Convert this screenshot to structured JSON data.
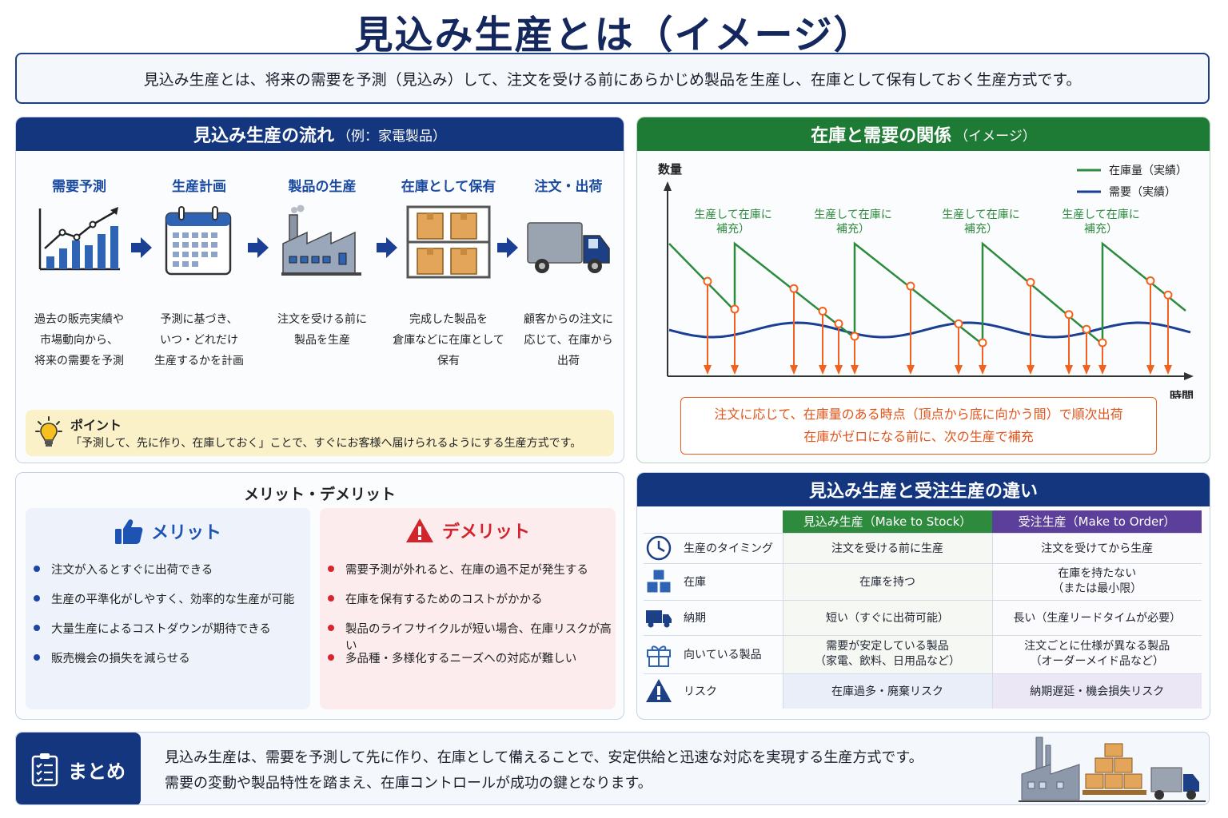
{
  "title": "見込み生産とは（イメージ）",
  "intro": "見込み生産とは、将来の需要を予測（見込み）して、注文を受ける前にあらかじめ製品を生産し、在庫として保有しておく生産方式です。",
  "flow": {
    "heading": "見込み生産の流れ",
    "heading_sub": "（例：家電製品）",
    "steps": [
      {
        "title": "需要予測",
        "icon": "trend-chart-icon",
        "desc": [
          "過去の販売実績や",
          "市場動向から、",
          "将来の需要を予測"
        ]
      },
      {
        "title": "生産計画",
        "icon": "calendar-icon",
        "desc": [
          "予測に基づき、",
          "いつ・どれだけ",
          "生産するかを計画"
        ]
      },
      {
        "title": "製品の生産",
        "icon": "factory-icon",
        "desc": [
          "注文を受ける前に",
          "製品を生産"
        ]
      },
      {
        "title": "在庫として保有",
        "icon": "warehouse-shelf-icon",
        "desc": [
          "完成した製品を",
          "倉庫などに在庫として",
          "保有"
        ]
      },
      {
        "title": "注文・出荷",
        "icon": "truck-icon",
        "desc": [
          "顧客からの注文に",
          "応じて、在庫から",
          "出荷"
        ]
      }
    ],
    "point_title": "ポイント",
    "point_text": "「予測して、先に作り、在庫しておく」ことで、すぐにお客様へ届けられるようにする生産方式です。"
  },
  "stock": {
    "heading": "在庫と需要の関係",
    "heading_sub": "（イメージ）",
    "note_lines": [
      "注文に応じて、在庫量のある時点（頂点から底に向かう間）で順次出荷",
      "在庫がゼロになる前に、次の生産で補充"
    ],
    "colors": {
      "inventory": "#2e8b3e",
      "demand": "#1b3f94",
      "shipment": "#f2611d"
    }
  },
  "chart_data": {
    "type": "line",
    "xlabel": "時間",
    "ylabel": "数量",
    "legend_position": "top-right",
    "grid": false,
    "series": [
      {
        "name": "在庫量（実績）",
        "color": "#2e8b3e",
        "pattern": "sawtooth"
      },
      {
        "name": "需要（実績）",
        "color": "#1b3f94",
        "pattern": "wave"
      }
    ],
    "annotations": [
      {
        "text": "生産して在庫に補充）"
      },
      {
        "text": "生産して在庫に補充）"
      },
      {
        "text": "生産して在庫に補充）"
      },
      {
        "text": "生産して在庫に補充）"
      }
    ]
  },
  "merits": {
    "heading": "メリット・デメリット",
    "pro_title": "メリット",
    "con_title": "デメリット",
    "pros": [
      "注文が入るとすぐに出荷できる",
      "生産の平準化がしやすく、効率的な生産が可能",
      "大量生産によるコストダウンが期待できる",
      "販売機会の損失を減らせる"
    ],
    "cons": [
      "需要予測が外れると、在庫の過不足が発生する",
      "在庫を保有するためのコストがかかる",
      "製品のライフサイクルが短い場合、在庫リスクが高い",
      "多品種・多様化するニーズへの対応が難しい"
    ]
  },
  "compare": {
    "heading": "見込み生産と受注生産の違い",
    "col_mts": "見込み生産（Make to Stock）",
    "col_mto": "受注生産（Make to Order）",
    "rows": [
      {
        "label": "生産のタイミング",
        "icon": "clock-icon",
        "mts": "注文を受ける前に生産",
        "mto": "注文を受けてから生産"
      },
      {
        "label": "在庫",
        "icon": "boxes-icon",
        "mts": "在庫を持つ",
        "mto": "在庫を持たない\n（または最小限）"
      },
      {
        "label": "納期",
        "icon": "delivery-truck-icon",
        "mts": "短い（すぐに出荷可能）",
        "mto": "長い（生産リードタイムが必要）"
      },
      {
        "label": "向いている製品",
        "icon": "gift-icon",
        "mts": "需要が安定している製品\n（家電、飲料、日用品など）",
        "mto": "注文ごとに仕様が異なる製品\n（オーダーメイド品など）"
      },
      {
        "label": "リスク",
        "icon": "warning-icon",
        "mts": "在庫過多・廃棄リスク",
        "mto": "納期遅延・機会損失リスク"
      }
    ]
  },
  "summary": {
    "tag": "まとめ",
    "lines": [
      "見込み生産は、需要を予測して先に作り、在庫として備えることで、安定供給と迅速な対応を実現する生産方式です。",
      "需要の変動や製品特性を踏まえ、在庫コントロールが成功の鍵となります。"
    ]
  }
}
